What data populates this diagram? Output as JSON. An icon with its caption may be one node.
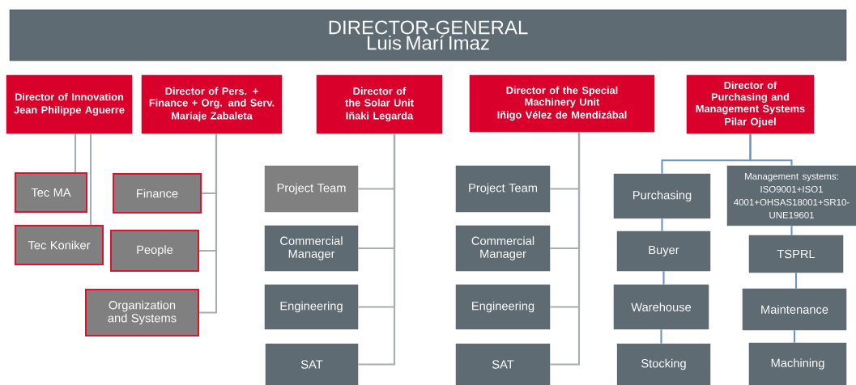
{
  "diagram": {
    "nodes": [
      {
        "text": [
          "DIRECTOR-GENERAL",
          "Luis Marí Imaz"
        ]
      },
      {
        "text": [
          "Director of Innovation",
          "Jean Philippe Aguerre"
        ]
      },
      {
        "text": [
          "Director of Pers. + Finance + Org. and Serv.",
          "Mariaje Zabaleta"
        ]
      },
      {
        "text": [
          "Director of the Solar Unit",
          "Iñaki Legarda"
        ]
      },
      {
        "text": [
          "Director of the Special Machinery Unit",
          "Iñigo Vélez de Mendizábal"
        ]
      },
      {
        "text": [
          "Director of Purchasing and Management Systems",
          "Pilar Ojuel"
        ]
      },
      {
        "text": [
          "Tec MA"
        ]
      },
      {
        "text": [
          "Tec Koniker"
        ]
      },
      {
        "text": [
          "Finance"
        ]
      },
      {
        "text": [
          "People"
        ]
      },
      {
        "text": [
          "Organization and Systems"
        ]
      },
      {
        "text": [
          "Project Team"
        ]
      },
      {
        "text": [
          "Commercial Manager"
        ]
      },
      {
        "text": [
          "Engineering"
        ]
      },
      {
        "text": [
          "SAT"
        ]
      },
      {
        "text": [
          "Project Team"
        ]
      },
      {
        "text": [
          "Commercial Manager"
        ]
      },
      {
        "text": [
          "Engineering"
        ]
      },
      {
        "text": [
          "SAT"
        ]
      },
      {
        "text": [
          "Purchasing"
        ]
      },
      {
        "text": [
          "Management systems: ISO9001+ISO1 4001+OHSAS18001+SR10- UNE19601"
        ]
      },
      {
        "text": [
          "Buyer"
        ]
      },
      {
        "text": [
          "Warehouse"
        ]
      },
      {
        "text": [
          "Stocking"
        ]
      },
      {
        "text": [
          "TSPRL"
        ]
      },
      {
        "text": [
          "Maintenance"
        ]
      },
      {
        "text": [
          "Machining"
        ]
      }
    ],
    "edges": [
      {
        "from": 1,
        "to": 6,
        "arrow": "none"
      },
      {
        "from": 1,
        "to": 7,
        "arrow": "none"
      },
      {
        "from": 2,
        "to": 8,
        "arrow": "none"
      },
      {
        "from": 2,
        "to": 9,
        "arrow": "none"
      },
      {
        "from": 2,
        "to": 10,
        "arrow": "none"
      },
      {
        "from": 3,
        "to": 11,
        "arrow": "none"
      },
      {
        "from": 3,
        "to": 12,
        "arrow": "none"
      },
      {
        "from": 3,
        "to": 13,
        "arrow": "none"
      },
      {
        "from": 3,
        "to": 14,
        "arrow": "none"
      },
      {
        "from": 4,
        "to": 15,
        "arrow": "none"
      },
      {
        "from": 4,
        "to": 16,
        "arrow": "none"
      },
      {
        "from": 4,
        "to": 17,
        "arrow": "none"
      },
      {
        "from": 4,
        "to": 18,
        "arrow": "none"
      },
      {
        "from": 5,
        "to": 19,
        "arrow": "none",
        "color": "#6f94c4"
      },
      {
        "from": 5,
        "to": 20,
        "arrow": "none",
        "color": "#6f94c4"
      },
      {
        "from": 19,
        "to": 21,
        "arrow": "none",
        "color": "#6f94c4"
      },
      {
        "from": 21,
        "to": 22,
        "arrow": "none",
        "color": "#6f94c4"
      },
      {
        "from": 22,
        "to": 23,
        "arrow": "none",
        "color": "#6f94c4"
      },
      {
        "from": 20,
        "to": 24,
        "arrow": "none",
        "color": "#6f94c4"
      },
      {
        "from": 24,
        "to": 25,
        "arrow": "none",
        "color": "#6f94c4"
      },
      {
        "from": 25,
        "to": 26,
        "arrow": "none",
        "color": "#6f94c4"
      }
    ]
  }
}
